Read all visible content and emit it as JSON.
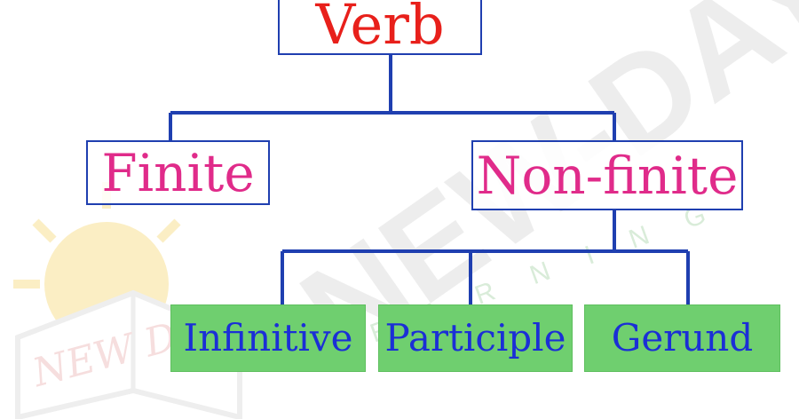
{
  "root": {
    "label": "Verb"
  },
  "level1": [
    {
      "label": "Finite"
    },
    {
      "label": "Non-finite"
    }
  ],
  "leaves": [
    {
      "label": "Infinitive"
    },
    {
      "label": "Participle"
    },
    {
      "label": "Gerund"
    }
  ],
  "watermark": {
    "text": "NEW-DAY",
    "sub_letters": "E A R N I N G",
    "logo_text": "NEW DAY"
  },
  "colors": {
    "connector": "#1f3fb0",
    "root_text": "#e8201b",
    "level1_text": "#e02b8a",
    "leaf_text": "#1b2fd6",
    "leaf_fill": "#6fcf6f",
    "watermark_gray": "#e9e9e9",
    "watermark_yellow": "#fbeec4"
  }
}
